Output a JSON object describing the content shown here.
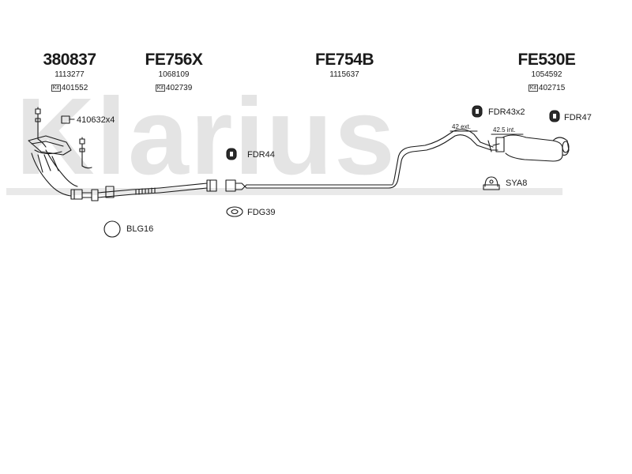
{
  "watermark": {
    "brand": "Klarius"
  },
  "parts": [
    {
      "code": "380837",
      "oe": "1113277",
      "kit": "401552"
    },
    {
      "code": "FE756X",
      "oe": "1068109",
      "kit": "402739"
    },
    {
      "code": "FE754B",
      "oe": "1115637"
    },
    {
      "code": "FE530E",
      "oe": "1054592",
      "kit": "402715"
    }
  ],
  "kit_badge": "Kit",
  "fittings": {
    "bolt": "410632x4",
    "mount_center": "FDR44",
    "gasket": "FDG39",
    "sensor": "BLG16",
    "mount_rear": "FDR43x2",
    "mount_end": "FDR47",
    "clamp": "SYA8"
  },
  "dimensions": {
    "ext": "42 ext.",
    "int": "42.5 int."
  },
  "colors": {
    "line": "#1a1a1a",
    "watermark": "#e4e4e4"
  }
}
